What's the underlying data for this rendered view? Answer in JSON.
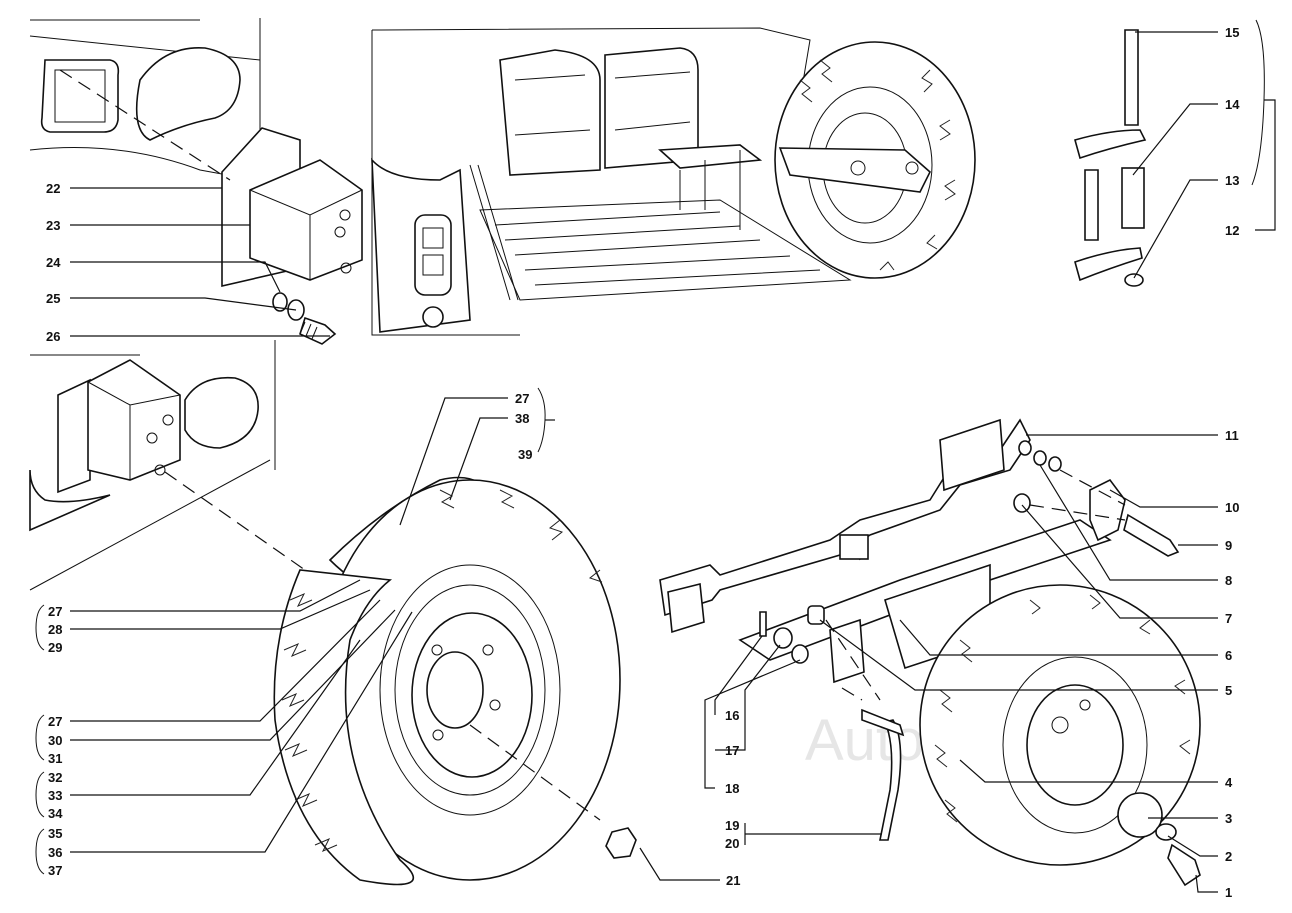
{
  "watermark": "Auto",
  "labels": [
    {
      "id": "1",
      "text": "1"
    },
    {
      "id": "2",
      "text": "2"
    },
    {
      "id": "3",
      "text": "3"
    },
    {
      "id": "4",
      "text": "4"
    },
    {
      "id": "5",
      "text": "5"
    },
    {
      "id": "6",
      "text": "6"
    },
    {
      "id": "7",
      "text": "7"
    },
    {
      "id": "8",
      "text": "8"
    },
    {
      "id": "9",
      "text": "9"
    },
    {
      "id": "10",
      "text": "10"
    },
    {
      "id": "11",
      "text": "11"
    },
    {
      "id": "12",
      "text": "12"
    },
    {
      "id": "13",
      "text": "13"
    },
    {
      "id": "14",
      "text": "14"
    },
    {
      "id": "15",
      "text": "15"
    },
    {
      "id": "16",
      "text": "16"
    },
    {
      "id": "17",
      "text": "17"
    },
    {
      "id": "18",
      "text": "18"
    },
    {
      "id": "19",
      "text": "19"
    },
    {
      "id": "20",
      "text": "20"
    },
    {
      "id": "21",
      "text": "21"
    },
    {
      "id": "22",
      "text": "22"
    },
    {
      "id": "23",
      "text": "23"
    },
    {
      "id": "24",
      "text": "24"
    },
    {
      "id": "25",
      "text": "25"
    },
    {
      "id": "26",
      "text": "26"
    },
    {
      "id": "27a",
      "text": "27"
    },
    {
      "id": "38",
      "text": "38"
    },
    {
      "id": "39",
      "text": "39"
    },
    {
      "id": "27b",
      "text": "27"
    },
    {
      "id": "28",
      "text": "28"
    },
    {
      "id": "29",
      "text": "29"
    },
    {
      "id": "27c",
      "text": "27"
    },
    {
      "id": "30",
      "text": "30"
    },
    {
      "id": "31",
      "text": "31"
    },
    {
      "id": "32",
      "text": "32"
    },
    {
      "id": "33",
      "text": "33"
    },
    {
      "id": "34",
      "text": "34"
    },
    {
      "id": "35",
      "text": "35"
    },
    {
      "id": "36",
      "text": "36"
    },
    {
      "id": "37",
      "text": "37"
    }
  ]
}
